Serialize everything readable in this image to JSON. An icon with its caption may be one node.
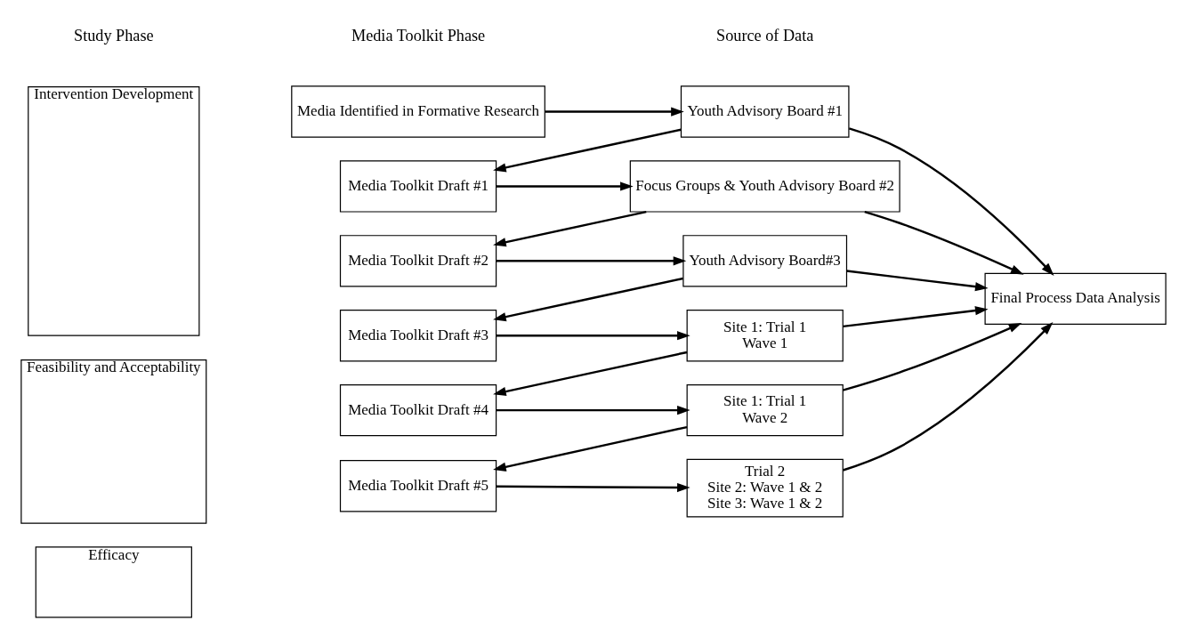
{
  "diagram": {
    "nodes": [
      {
        "text": [
          "Intervention Development"
        ]
      },
      {
        "text": [
          "Feasibility and Acceptability"
        ]
      },
      {
        "text": [
          "Efficacy"
        ]
      },
      {
        "text": [
          "Media Identified in Formative Research"
        ]
      },
      {
        "text": [
          "Media Toolkit Draft #1"
        ]
      },
      {
        "text": [
          "Media Toolkit Draft #2"
        ]
      },
      {
        "text": [
          "Media Toolkit Draft #3"
        ]
      },
      {
        "text": [
          "Media Toolkit Draft #4"
        ]
      },
      {
        "text": [
          "Media Toolkit Draft #5"
        ]
      },
      {
        "text": [
          "Youth Advisory Board #1"
        ]
      },
      {
        "text": [
          "Focus Groups & Youth Advisory Board #2"
        ]
      },
      {
        "text": [
          "Youth Advisory Board#3"
        ]
      },
      {
        "text": [
          "Site 1: Trial 1",
          "Wave 1"
        ]
      },
      {
        "text": [
          "Site 1: Trial 1",
          "Wave 2"
        ]
      },
      {
        "text": [
          "Trial 2",
          "Site 2: Wave 1 & 2",
          "Site 3: Wave 1 & 2"
        ]
      },
      {
        "text": [
          "Final Process Data Analysis"
        ]
      }
    ],
    "edges": [
      {
        "from": 3,
        "to": 9,
        "arrow": "to"
      },
      {
        "from": 9,
        "to": 4,
        "arrow": "to"
      },
      {
        "from": 4,
        "to": 10,
        "arrow": "to"
      },
      {
        "from": 10,
        "to": 5,
        "arrow": "to"
      },
      {
        "from": 5,
        "to": 11,
        "arrow": "to"
      },
      {
        "from": 11,
        "to": 6,
        "arrow": "to"
      },
      {
        "from": 6,
        "to": 12,
        "arrow": "to"
      },
      {
        "from": 12,
        "to": 7,
        "arrow": "to"
      },
      {
        "from": 7,
        "to": 13,
        "arrow": "to"
      },
      {
        "from": 13,
        "to": 8,
        "arrow": "to"
      },
      {
        "from": 8,
        "to": 14,
        "arrow": "to"
      },
      {
        "from": 9,
        "to": 15,
        "arrow": "to"
      },
      {
        "from": 10,
        "to": 15,
        "arrow": "to"
      },
      {
        "from": 11,
        "to": 15,
        "arrow": "to"
      },
      {
        "from": 12,
        "to": 15,
        "arrow": "to"
      },
      {
        "from": 13,
        "to": 15,
        "arrow": "to"
      },
      {
        "from": 14,
        "to": 15,
        "arrow": "to"
      }
    ],
    "labels": [
      "Study Phase",
      "Media Toolkit Phase",
      "Source of Data"
    ]
  }
}
